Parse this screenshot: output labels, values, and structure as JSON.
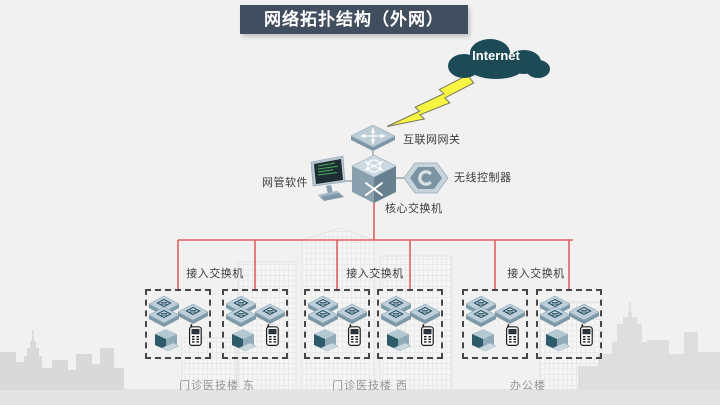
{
  "title": "网络拓扑结构（外网）",
  "colors": {
    "background": "#f1f1f1",
    "title_bar": "#414e60",
    "title_text": "#ffffff",
    "cloud": "#1c4a57",
    "link_red": "#e06060",
    "link_gray": "#98a0a6",
    "lightning": "#f8f542",
    "dashed_box_border": "#474747",
    "device_label_text": "#3b3b3b",
    "building_label_text": "#949494",
    "skyline_gray": "#d9d9d9"
  },
  "nodes": {
    "internet": {
      "label": "Internet",
      "icon": "cloud-icon"
    },
    "gateway": {
      "label": "互联网网关",
      "icon": "router-icon"
    },
    "nms": {
      "label": "网管软件",
      "icon": "monitor-icon"
    },
    "core_switch": {
      "label": "核心交换机",
      "icon": "core-switch-3d-icon"
    },
    "wireless_controller": {
      "label": "无线控制器",
      "icon": "hexagon-controller-icon"
    }
  },
  "links": {
    "internet_to_gateway": "lightning-bolt",
    "backbone_color": "red",
    "management_color": "gray"
  },
  "access_switches": [
    {
      "label": "接入交换机"
    },
    {
      "label": "接入交换机"
    },
    {
      "label": "接入交换机"
    }
  ],
  "device_box": {
    "count": 6,
    "icons": [
      "access-switch-icon",
      "access-switch-icon",
      "access-switch-icon",
      "workstation-icon",
      "mobile-phone-icon"
    ]
  },
  "buildings": [
    {
      "label": "门诊医技楼 东"
    },
    {
      "label": "门诊医技楼 西"
    },
    {
      "label": "办公楼"
    }
  ]
}
